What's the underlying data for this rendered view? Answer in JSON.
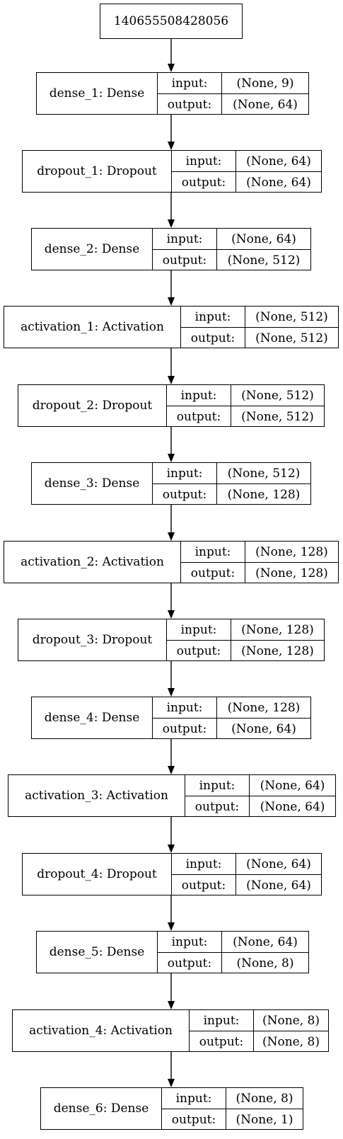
{
  "input_node": {
    "label": "140655508428056"
  },
  "io_labels": {
    "input": "input:",
    "output": "output:"
  },
  "layers": [
    {
      "name": "dense_1: Dense",
      "input": "(None, 9)",
      "output": "(None, 64)"
    },
    {
      "name": "dropout_1: Dropout",
      "input": "(None, 64)",
      "output": "(None, 64)"
    },
    {
      "name": "dense_2: Dense",
      "input": "(None, 64)",
      "output": "(None, 512)"
    },
    {
      "name": "activation_1: Activation",
      "input": "(None, 512)",
      "output": "(None, 512)"
    },
    {
      "name": "dropout_2: Dropout",
      "input": "(None, 512)",
      "output": "(None, 512)"
    },
    {
      "name": "dense_3: Dense",
      "input": "(None, 512)",
      "output": "(None, 128)"
    },
    {
      "name": "activation_2: Activation",
      "input": "(None, 128)",
      "output": "(None, 128)"
    },
    {
      "name": "dropout_3: Dropout",
      "input": "(None, 128)",
      "output": "(None, 128)"
    },
    {
      "name": "dense_4: Dense",
      "input": "(None, 128)",
      "output": "(None, 64)"
    },
    {
      "name": "activation_3: Activation",
      "input": "(None, 64)",
      "output": "(None, 64)"
    },
    {
      "name": "dropout_4: Dropout",
      "input": "(None, 64)",
      "output": "(None, 64)"
    },
    {
      "name": "dense_5: Dense",
      "input": "(None, 64)",
      "output": "(None, 8)"
    },
    {
      "name": "activation_4: Activation",
      "input": "(None, 8)",
      "output": "(None, 8)"
    },
    {
      "name": "dense_6: Dense",
      "input": "(None, 8)",
      "output": "(None, 1)"
    }
  ]
}
